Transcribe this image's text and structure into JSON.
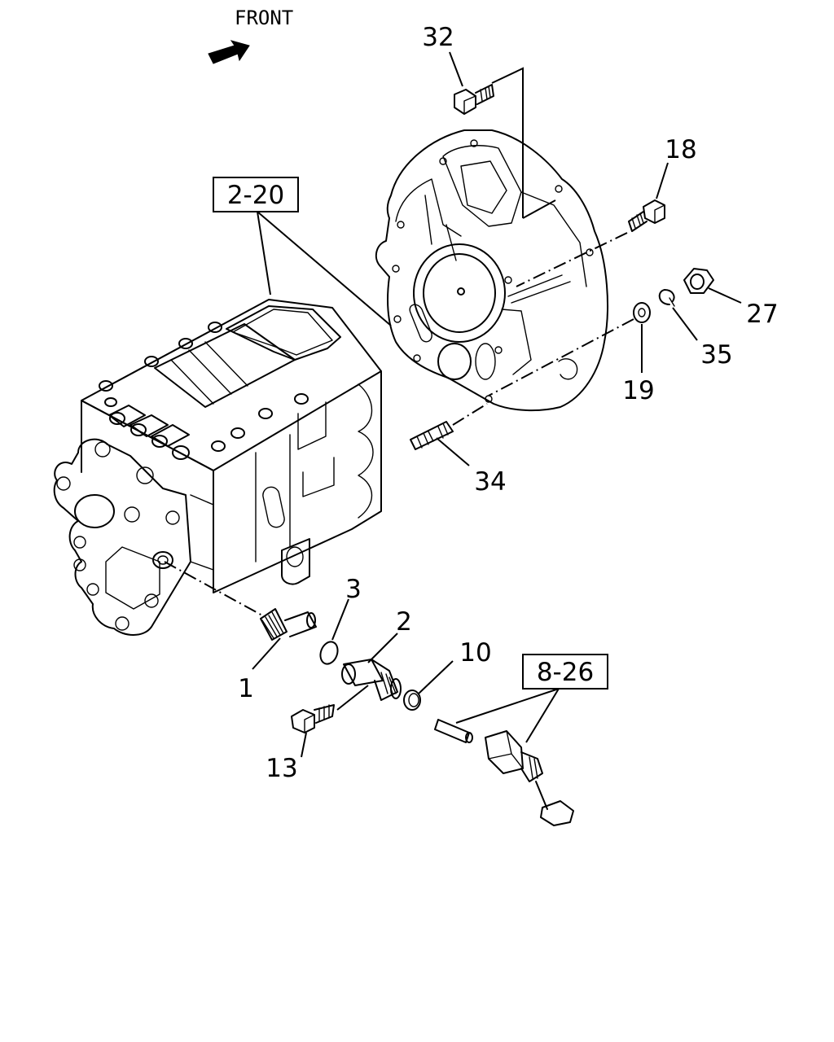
{
  "direction_label": "FRONT",
  "icons": {
    "front_arrow": "front-arrow-icon"
  },
  "reference_boxes": [
    {
      "ref": "2-20"
    },
    {
      "ref": "8-26"
    }
  ],
  "callouts": {
    "p1": "1",
    "p2": "2",
    "p3": "3",
    "p10": "10",
    "p13": "13",
    "p18": "18",
    "p19": "19",
    "p27": "27",
    "p32": "32",
    "p34": "34",
    "p35": "35"
  }
}
